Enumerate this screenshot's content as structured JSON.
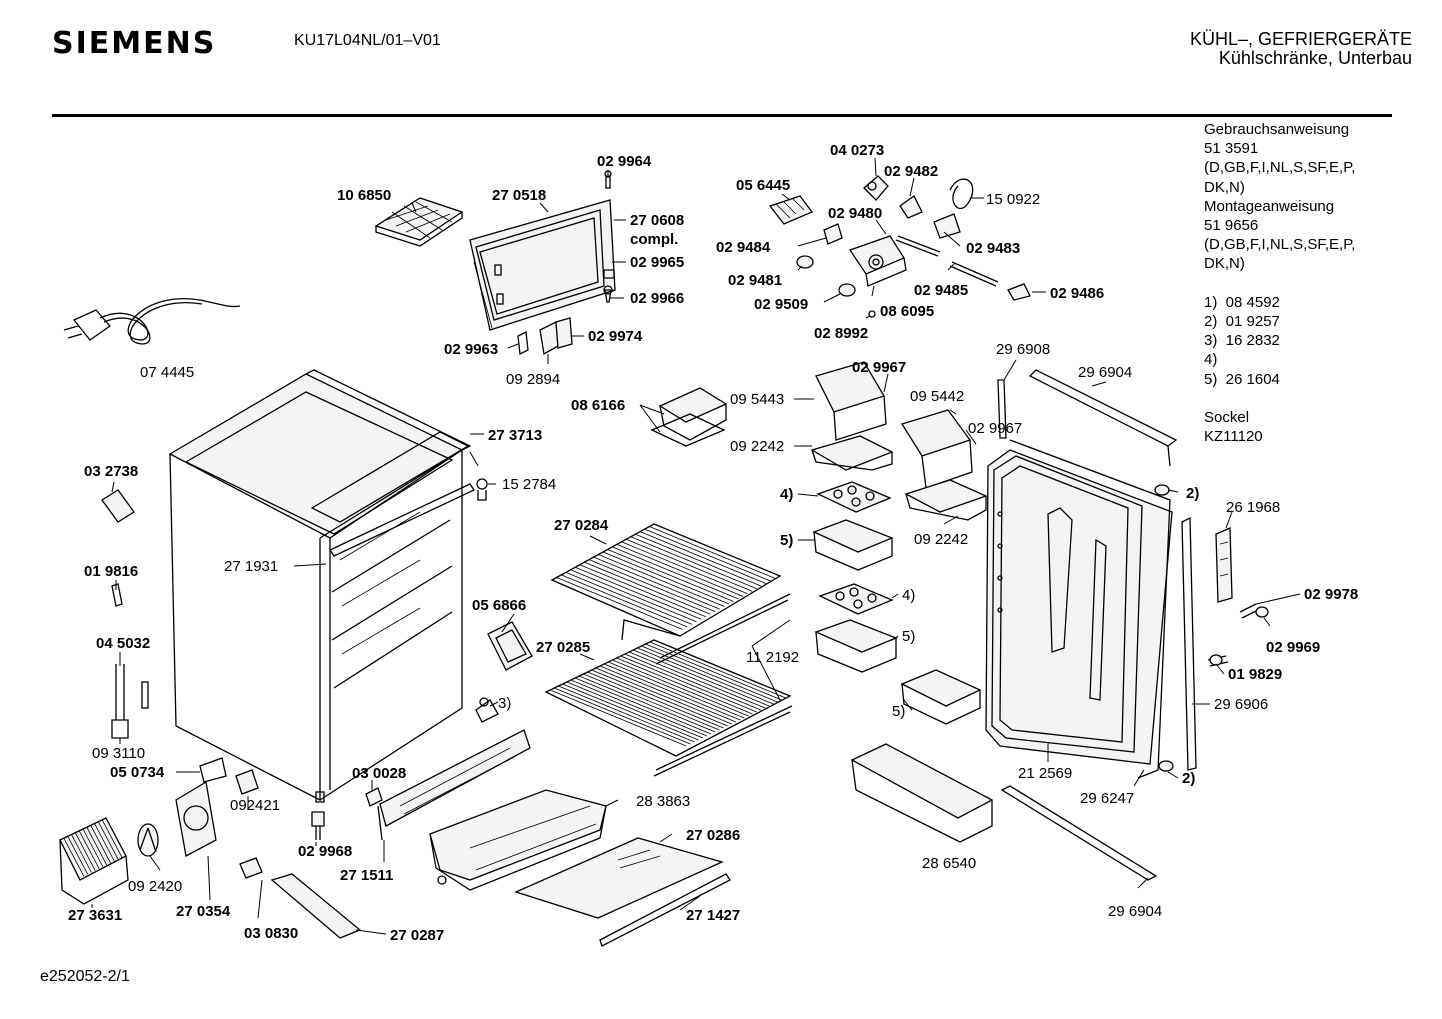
{
  "header": {
    "brand": "SIEMENS",
    "model": "KU17L04NL/01–V01",
    "category_line1": "KÜHL–, GEFRIERGERÄTE",
    "category_line2": "Kühlschränke, Unterbau"
  },
  "side_info": {
    "lines": [
      "Gebrauchsanweisung",
      "51 3591",
      "(D,GB,F,I,NL,S,SF,E,P,",
      "DK,N)",
      "Montageanweisung",
      "51 9656",
      "(D,GB,F,I,NL,S,SF,E,P,",
      "DK,N)",
      "",
      "1)  08 4592",
      "2)  01 9257",
      "3)  16 2832",
      "4)",
      "5)  26 1604",
      "",
      "Sockel",
      "KZ11120"
    ]
  },
  "footer": {
    "code": "e252052-2/1"
  },
  "parts": [
    {
      "id": "p01",
      "text": "10 6850",
      "bold": true
    },
    {
      "id": "p02",
      "text": "27 0518",
      "bold": true
    },
    {
      "id": "p03",
      "text": "02 9964",
      "bold": true
    },
    {
      "id": "p04",
      "text": "27 0608",
      "bold": true
    },
    {
      "id": "p05",
      "text": "compl.",
      "bold": true
    },
    {
      "id": "p06",
      "text": "02 9965",
      "bold": true
    },
    {
      "id": "p07",
      "text": "02 9966",
      "bold": true
    },
    {
      "id": "p08",
      "text": "02 9963",
      "bold": true
    },
    {
      "id": "p09",
      "text": "02 9974",
      "bold": true
    },
    {
      "id": "p10",
      "text": "09 2894",
      "bold": false
    },
    {
      "id": "p11",
      "text": "07 4445",
      "bold": false
    },
    {
      "id": "p12",
      "text": "04 0273",
      "bold": true
    },
    {
      "id": "p13",
      "text": "02 9482",
      "bold": true
    },
    {
      "id": "p14",
      "text": "15 0922",
      "bold": false
    },
    {
      "id": "p15",
      "text": "05 6445",
      "bold": true
    },
    {
      "id": "p16",
      "text": "02 9480",
      "bold": true
    },
    {
      "id": "p17",
      "text": "02 9483",
      "bold": true
    },
    {
      "id": "p18",
      "text": "02 9484",
      "bold": true
    },
    {
      "id": "p19",
      "text": "02 9481",
      "bold": true
    },
    {
      "id": "p20",
      "text": "02 9485",
      "bold": true
    },
    {
      "id": "p21",
      "text": "02 9486",
      "bold": true
    },
    {
      "id": "p22",
      "text": "02 9509",
      "bold": true
    },
    {
      "id": "p23",
      "text": "08 6095",
      "bold": true
    },
    {
      "id": "p24",
      "text": "02 8992",
      "bold": true
    },
    {
      "id": "p25",
      "text": "29 6908",
      "bold": false
    },
    {
      "id": "p26",
      "text": "29 6904",
      "bold": false
    },
    {
      "id": "p27",
      "text": "02 9967",
      "bold": true
    },
    {
      "id": "p28",
      "text": "09 5443",
      "bold": false
    },
    {
      "id": "p29",
      "text": "08 6166",
      "bold": true
    },
    {
      "id": "p30",
      "text": "09 5442",
      "bold": false
    },
    {
      "id": "p31",
      "text": "02 9967",
      "bold": false
    },
    {
      "id": "p32",
      "text": "09 2242",
      "bold": false
    },
    {
      "id": "p33",
      "text": "27 3713",
      "bold": true
    },
    {
      "id": "p34",
      "text": "15 2784",
      "bold": false
    },
    {
      "id": "p35",
      "text": "03 2738",
      "bold": true
    },
    {
      "id": "p36",
      "text": "4)",
      "bold": true
    },
    {
      "id": "p37",
      "text": "09 2242",
      "bold": false
    },
    {
      "id": "p38",
      "text": "2)",
      "bold": true
    },
    {
      "id": "p39",
      "text": "26 1968",
      "bold": false
    },
    {
      "id": "p40",
      "text": "5)",
      "bold": true
    },
    {
      "id": "p41",
      "text": "27 0284",
      "bold": true
    },
    {
      "id": "p42",
      "text": "27 1931",
      "bold": false
    },
    {
      "id": "p43",
      "text": "01 9816",
      "bold": true
    },
    {
      "id": "p44",
      "text": "05 6866",
      "bold": true
    },
    {
      "id": "p45",
      "text": "4)",
      "bold": false
    },
    {
      "id": "p46",
      "text": "02 9978",
      "bold": true
    },
    {
      "id": "p47",
      "text": "04 5032",
      "bold": true
    },
    {
      "id": "p48",
      "text": "27 0285",
      "bold": true
    },
    {
      "id": "p49",
      "text": "11 2192",
      "bold": false
    },
    {
      "id": "p50",
      "text": "5)",
      "bold": false
    },
    {
      "id": "p51",
      "text": "02 9969",
      "bold": true
    },
    {
      "id": "p52",
      "text": "01 9829",
      "bold": true
    },
    {
      "id": "p53",
      "text": "3)",
      "bold": false
    },
    {
      "id": "p54",
      "text": "5)",
      "bold": false
    },
    {
      "id": "p55",
      "text": "29 6906",
      "bold": false
    },
    {
      "id": "p56",
      "text": "09 3110",
      "bold": false
    },
    {
      "id": "p57",
      "text": "05 0734",
      "bold": true
    },
    {
      "id": "p58",
      "text": "03 0028",
      "bold": true
    },
    {
      "id": "p59",
      "text": "21 2569",
      "bold": false
    },
    {
      "id": "p60",
      "text": "2)",
      "bold": true
    },
    {
      "id": "p61",
      "text": "29 6247",
      "bold": false
    },
    {
      "id": "p62",
      "text": "092421",
      "bold": false
    },
    {
      "id": "p63",
      "text": "28 3863",
      "bold": false
    },
    {
      "id": "p64",
      "text": "02 9968",
      "bold": true
    },
    {
      "id": "p65",
      "text": "27 0286",
      "bold": true
    },
    {
      "id": "p66",
      "text": "09 2420",
      "bold": false
    },
    {
      "id": "p67",
      "text": "27 1511",
      "bold": true
    },
    {
      "id": "p68",
      "text": "28 6540",
      "bold": false
    },
    {
      "id": "p69",
      "text": "27 3631",
      "bold": true
    },
    {
      "id": "p70",
      "text": "27 0354",
      "bold": true
    },
    {
      "id": "p71",
      "text": "27 1427",
      "bold": true
    },
    {
      "id": "p72",
      "text": "29 6904",
      "bold": false
    },
    {
      "id": "p73",
      "text": "03 0830",
      "bold": true
    },
    {
      "id": "p74",
      "text": "27 0287",
      "bold": true
    }
  ]
}
